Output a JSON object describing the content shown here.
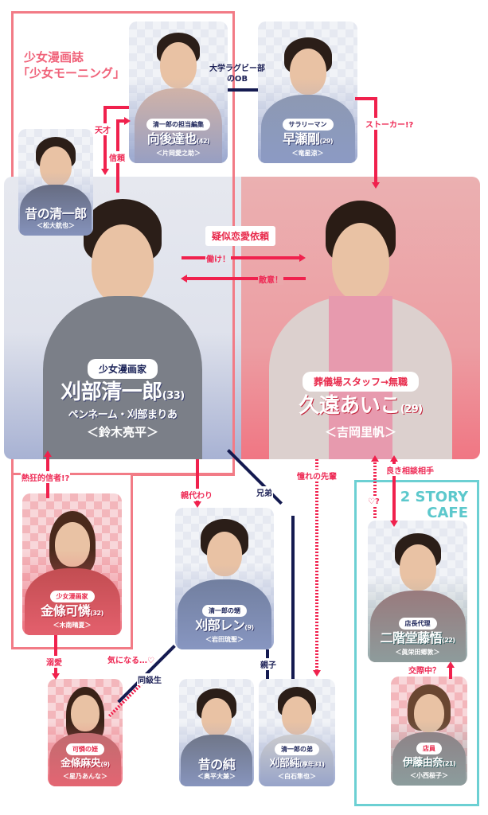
{
  "groups": {
    "magazine": {
      "title_line1": "少女漫画誌",
      "title_line2": "「少女モーニング」",
      "color": "#f27b86"
    },
    "cafe": {
      "title_line1": "2 STORY",
      "title_line2": "CAFE",
      "color": "#6cd0d3"
    }
  },
  "main_characters": [
    {
      "id": "kanbe_seiichiro",
      "role": "少女漫画家",
      "name": "刈部清一郎",
      "age": "(33)",
      "sub": "ペンネーム・刈部まりあ",
      "actor": "＜鈴木亮平＞",
      "panel_color": "#dfe3ee"
    },
    {
      "id": "kudo_aiko",
      "role": "葬儀場スタッフ→無職",
      "name": "久遠あいこ",
      "age": "(29)",
      "actor": "＜吉岡里帆＞",
      "panel_color": "#ef8d97"
    }
  ],
  "characters": [
    {
      "id": "kogo_tatsuya",
      "role": "清一郎の担当編集",
      "name": "向後達也",
      "age": "(42)",
      "actor": "＜片岡愛之助＞"
    },
    {
      "id": "hayase_go",
      "role": "サラリーマン",
      "name": "早瀬剛",
      "age": "(29)",
      "actor": "＜竜星涼＞"
    },
    {
      "id": "young_seiichiro",
      "role": "",
      "name": "昔の清一郎",
      "age": "",
      "actor": "＜松大航也＞"
    },
    {
      "id": "konjo_karen",
      "role": "少女漫画家",
      "name": "金條可憐",
      "age": "(32)",
      "actor": "＜木南晴夏＞"
    },
    {
      "id": "kanbe_ren",
      "role": "清一郎の甥",
      "name": "刈部レン",
      "age": "(9)",
      "actor": "＜岩田琉聖＞"
    },
    {
      "id": "nikaido_togo",
      "role": "店長代理",
      "name": "二階堂藤悟",
      "age": "(22)",
      "actor": "＜眞栄田郷敦＞"
    },
    {
      "id": "konjo_mao",
      "role": "可憐の姪",
      "name": "金條麻央",
      "age": "(9)",
      "actor": "＜星乃あんな＞"
    },
    {
      "id": "young_jun",
      "role": "",
      "name": "昔の純",
      "age": "",
      "actor": "＜奥平大兼＞"
    },
    {
      "id": "kanbe_jun",
      "role": "清一郎の弟",
      "name": "刈部純",
      "age": "(享年31)",
      "actor": "＜白石隼也＞"
    },
    {
      "id": "ito_yuna",
      "role": "店員",
      "name": "伊藤由奈",
      "age": "(21)",
      "actor": "＜小西桜子＞"
    }
  ],
  "relations": {
    "rugby_ob": "大学ラグビー部\nのOB",
    "rugby_ob_l1": "大学ラグビー部",
    "rugby_ob_l2": "のOB",
    "genius": "天才",
    "trust": "信頼",
    "stalker": "ストーカー!?",
    "fake_love_request": "疑似恋愛依頼",
    "work": "働け！",
    "hostility": "敵意！",
    "fanatic": "熱狂的信者!?",
    "parent_substitute": "親代わり",
    "brothers": "兄弟",
    "admired_senpai": "憧れの先輩",
    "good_advisor": "良き相談相手",
    "heart_question": "♡?",
    "doting": "溺愛",
    "curious": "気になる…♡",
    "classmates": "同級生",
    "parent_child": "親子",
    "dating": "交際中？"
  },
  "colors": {
    "relation_red": "#f0214d",
    "relation_navy": "#141a50",
    "text_navy": "#1c2459"
  }
}
